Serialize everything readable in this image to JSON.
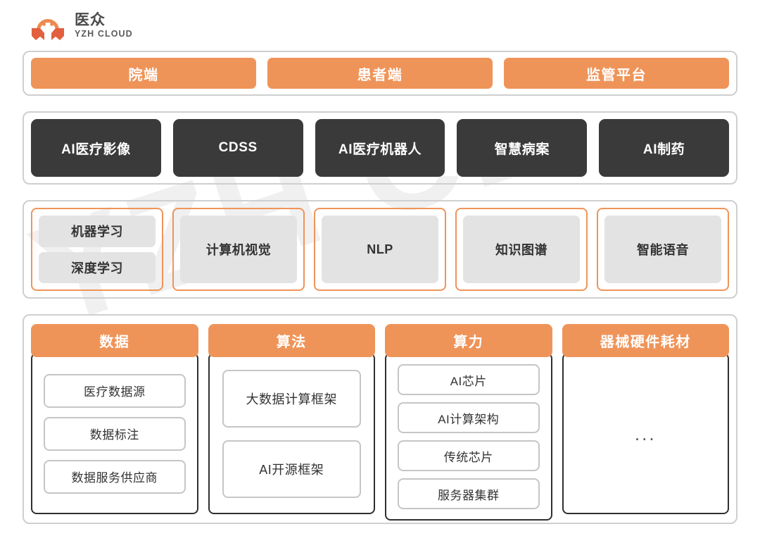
{
  "brand": {
    "logo_icon": "yzh-mascot-icon",
    "name_cn": "医众",
    "name_en": "YZH CLOUD",
    "watermark": "YZH CLOUD"
  },
  "colors": {
    "orange": "#EF9459",
    "dark": "#3A3A3A",
    "gray_pill": "#E3E3E3",
    "band_border": "#CFCFCF",
    "card_border": "#2F2F2F",
    "item_border": "#C6C6C6"
  },
  "layers": {
    "channels": {
      "items": [
        {
          "label": "院端"
        },
        {
          "label": "患者端"
        },
        {
          "label": "监管平台"
        }
      ]
    },
    "applications": {
      "items": [
        {
          "label": "AI医疗影像"
        },
        {
          "label": "CDSS"
        },
        {
          "label": "AI医疗机器人"
        },
        {
          "label": "智慧病案"
        },
        {
          "label": "AI制药"
        }
      ]
    },
    "technologies": {
      "groups": [
        {
          "items": [
            "机器学习",
            "深度学习"
          ]
        },
        {
          "items": [
            "计算机视觉"
          ]
        },
        {
          "items": [
            "NLP"
          ]
        },
        {
          "items": [
            "知识图谱"
          ]
        },
        {
          "items": [
            "智能语音"
          ]
        }
      ]
    },
    "foundation": {
      "cards": [
        {
          "title": "数据",
          "items": [
            "医疗数据源",
            "数据标注",
            "数据服务供应商"
          ]
        },
        {
          "title": "算法",
          "items": [
            "大数据计算框架",
            "AI开源框架"
          ]
        },
        {
          "title": "算力",
          "items": [
            "AI芯片",
            "AI计算架构",
            "传统芯片",
            "服务器集群"
          ]
        },
        {
          "title": "器械硬件耗材",
          "items": [
            "..."
          ]
        }
      ]
    }
  }
}
